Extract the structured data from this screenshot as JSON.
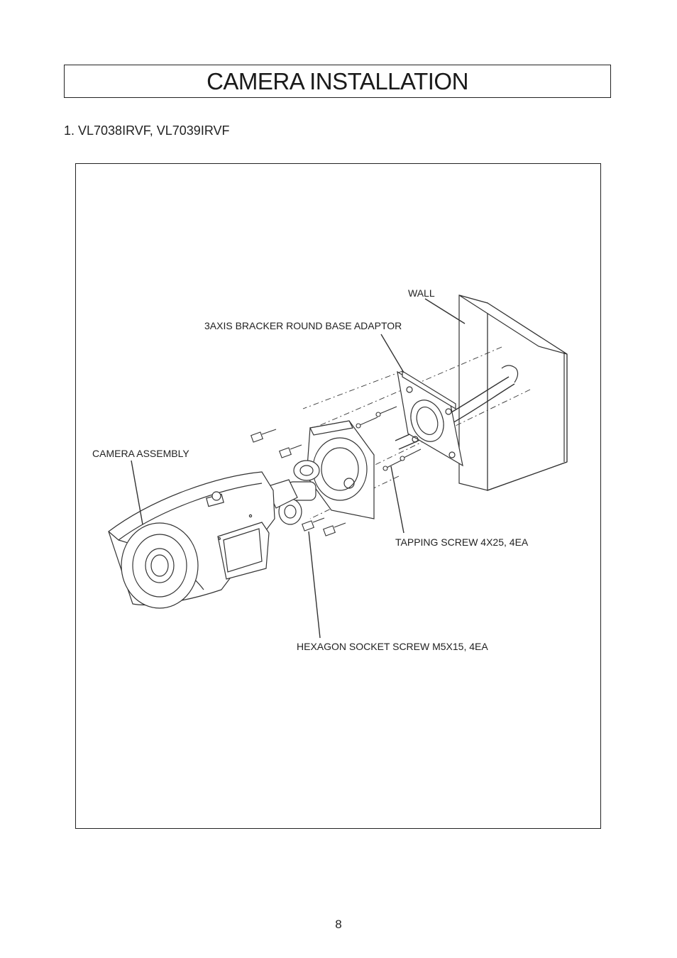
{
  "page": {
    "title": "CAMERA INSTALLATION",
    "subtitle": "1. VL7038IRVF, VL7039IRVF",
    "page_number": "8"
  },
  "figure": {
    "labels": {
      "wall": "WALL",
      "adaptor": "3AXIS BRACKER ROUND BASE ADAPTOR",
      "camera": "CAMERA  ASSEMBLY",
      "tapping_screw": "TAPPING SCREW 4X25, 4EA",
      "hex_screw": "HEXAGON SOCKET SCREW M5X15, 4EA"
    }
  }
}
